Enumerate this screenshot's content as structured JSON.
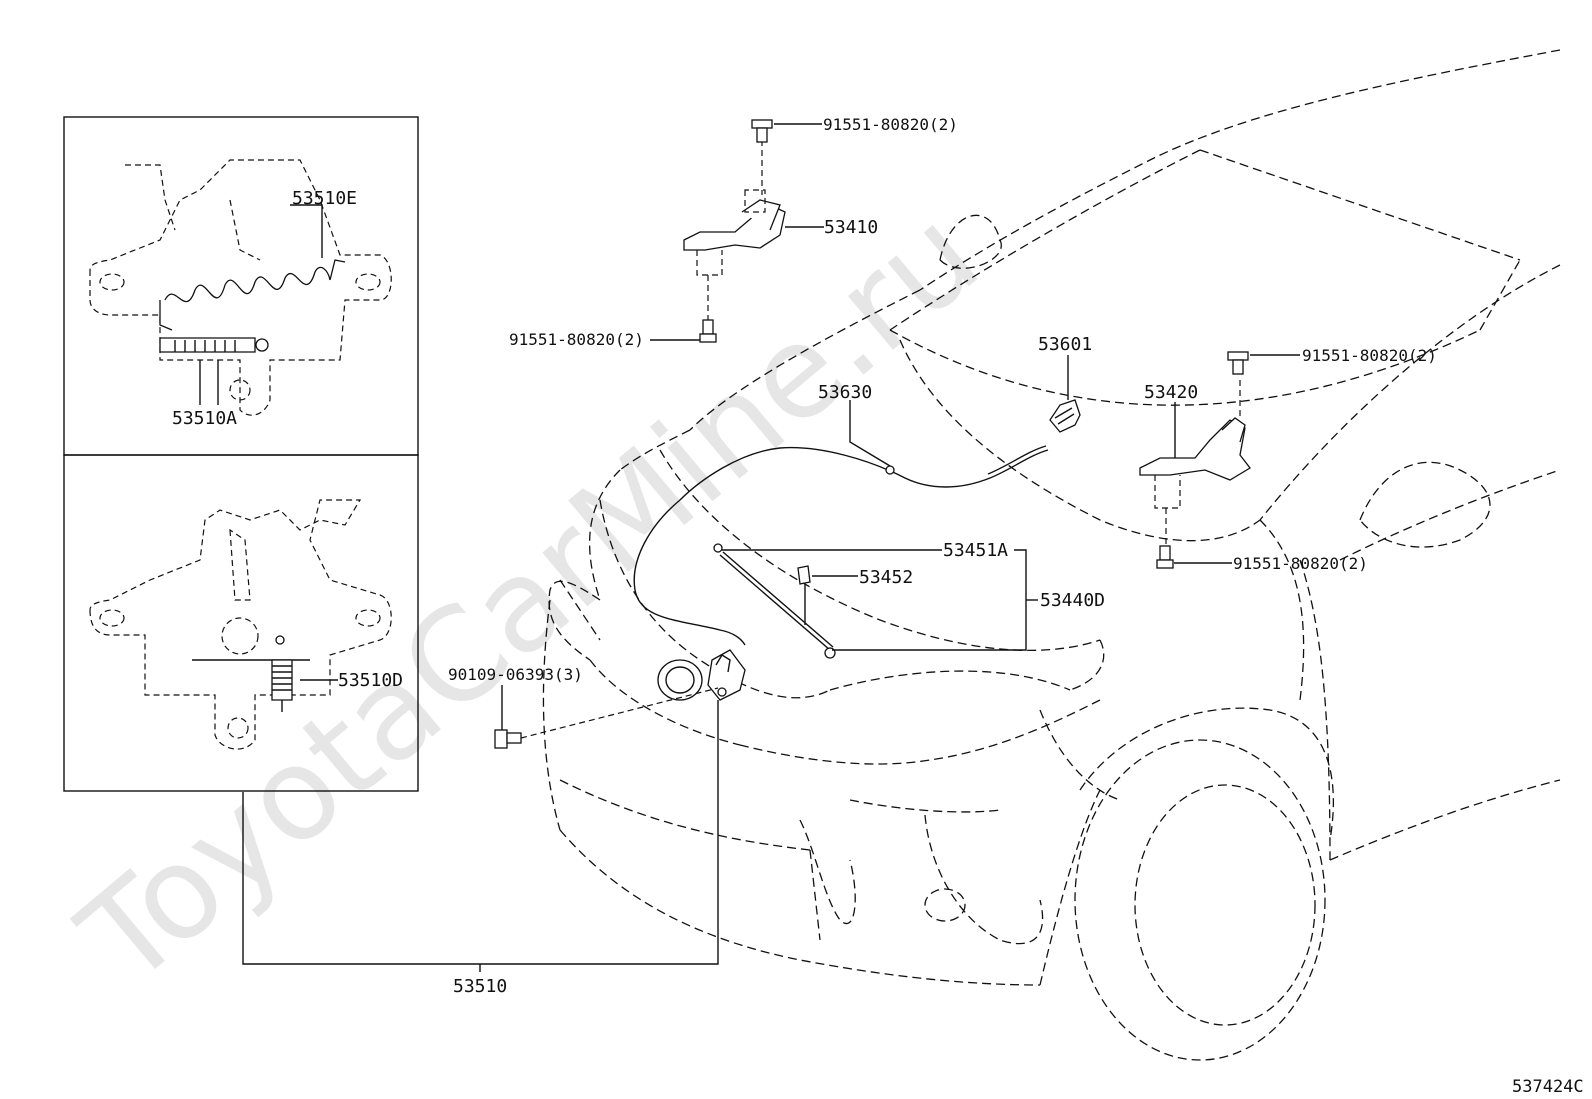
{
  "watermark": "ToyotaCarMine.ru",
  "doc_number": "537424C",
  "labels": {
    "p53510E": "53510E",
    "p53510A": "53510A",
    "p53510D": "53510D",
    "p53510": "53510",
    "p53410": "53410",
    "p53420": "53420",
    "p53601": "53601",
    "p53630": "53630",
    "p53451A": "53451A",
    "p53452": "53452",
    "p53440D": "53440D",
    "bolt_top": "91551-80820(2)",
    "bolt_left": "91551-80820(2)",
    "bolt_right_top": "91551-80820(2)",
    "bolt_right_bottom": "91551-80820(2)",
    "bolt_latch": "90109-06393(3)"
  }
}
